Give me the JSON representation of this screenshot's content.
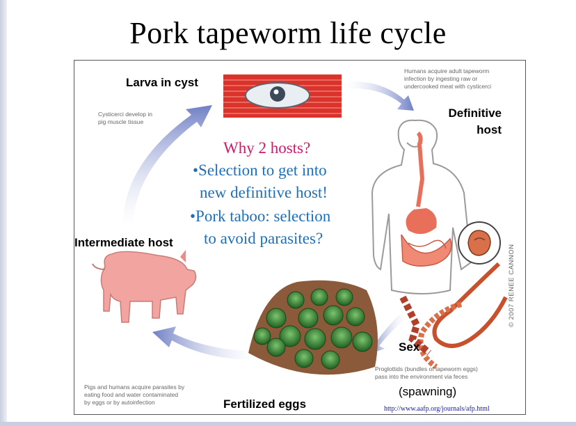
{
  "title": "Pork tapeworm life cycle",
  "labels": {
    "larva_in_cyst": "Larva in cyst",
    "definitive_host_line1": "Definitive",
    "definitive_host_line2": "host",
    "intermediate_host": "Intermediate host",
    "sex": "Sex",
    "fertilized_eggs": "Fertilized eggs",
    "spawning": "(spawning)"
  },
  "notes": {
    "humans_acquire_1": "Humans acquire adult tapeworm",
    "humans_acquire_2": "infection by ingesting raw or",
    "humans_acquire_3": "undercooked meat with cysticerci",
    "cysticerci_1": "Cysticerci develop in",
    "cysticerci_2": "pig muscle tissue",
    "proglottids_1": "Proglottids (bundles of tapeworm eggs)",
    "proglottids_2": "pass into the environment via feces",
    "pigs_humans_1": "Pigs and humans acquire parasites by",
    "pigs_humans_2": "eating food and water contaminated",
    "pigs_humans_3": "by eggs or by autoinfection"
  },
  "overlay": {
    "question": "Why 2 hosts?",
    "bullet1_line1": "•Selection to get into",
    "bullet1_line2": "new definitive host!",
    "bullet2_line1": "•Pork taboo: selection",
    "bullet2_line2": "to avoid parasites?"
  },
  "copyright": "© 2007 RENEE CANNON",
  "url": "http://www.aafp.org/journals/afp.html",
  "colors": {
    "question": "#d4176b",
    "bullets": "#1f6fb8",
    "arrow": "#6f7fc4",
    "pig": "#f2a5a0",
    "muscle": "#d9332b",
    "leaf": "#2f7a2f",
    "soil": "#9a6a4a",
    "body_outline": "#9a9a9a",
    "organ": "#e8705a"
  }
}
